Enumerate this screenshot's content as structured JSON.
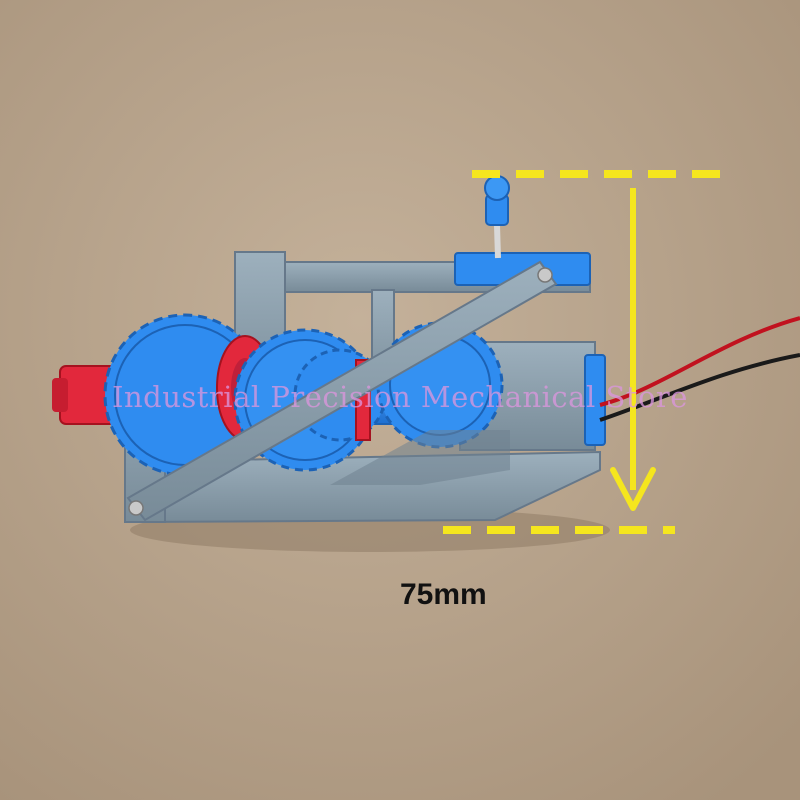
{
  "photo": {
    "subject": "transmission-gearbox-model",
    "colors": {
      "background": "#b9a58d",
      "frame": "#8a9ba8",
      "gear": "#2f8cf0",
      "red_part": "#e2283c",
      "dimension_line": "#f5e61e"
    }
  },
  "dimension": {
    "label": "75mm"
  },
  "watermark": {
    "text": "Industrial Precision Mechanical Store"
  }
}
